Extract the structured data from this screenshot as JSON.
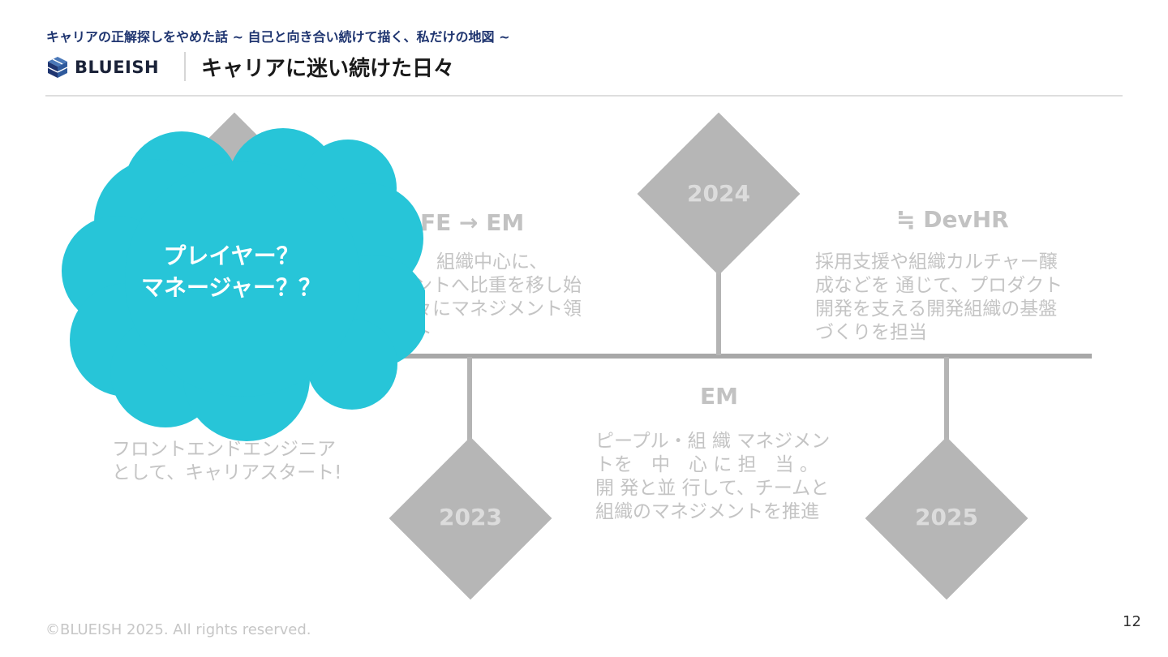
{
  "header": {
    "subtitle": "キャリアの正解探しをやめた話 ~ 自己と向き合い続けて描く、私だけの地図 ~",
    "logo_text": "BLUEISH",
    "title": "キャリアに迷い続けた日々"
  },
  "timeline": {
    "y2023": "2023",
    "y2024": "2024",
    "y2025": "2025",
    "role_fe": "FE → EM",
    "role_em": "EM",
    "role_devhr": "≒ DevHR",
    "desc_fe_lines": [
      "組織中心に、",
      "ントへ比重を移し始",
      "々にマネジメント領",
      "ト"
    ],
    "desc_em_lines": [
      "ピープル・組 織 マネジメン",
      "トを　中　心 に 担　当 。",
      "開 発と並 行して、チームと",
      "組織のマネジメントを推進"
    ],
    "desc_devhr_lines": [
      "採用支援や組織カルチャー醸",
      "成などを 通じて、プロダクト",
      "開発を支える開発組織の基盤",
      "づくりを担当"
    ],
    "desc_start_lines": [
      "フロントエンドエンジニア",
      "として、キャリアスタート!"
    ]
  },
  "cloud": {
    "line1": "プレイヤー？",
    "line2": "マネージャー？？",
    "color": "#27c5d8"
  },
  "footer": {
    "copyright": "©BLUEISH 2025. All rights reserved.",
    "page": "12"
  }
}
